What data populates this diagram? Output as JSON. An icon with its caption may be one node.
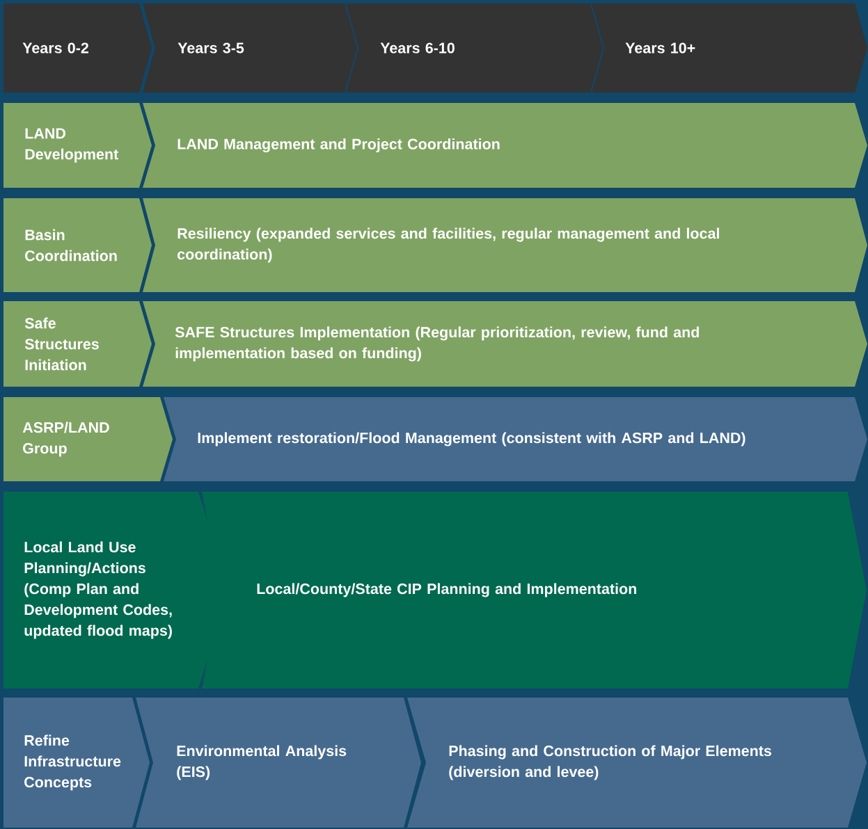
{
  "diagram": {
    "nodes": [
      {
        "text": [
          "Years 0-2"
        ]
      },
      {
        "text": [
          "Years 3-5"
        ]
      },
      {
        "text": [
          "Years 6-10"
        ]
      },
      {
        "text": [
          "Years 10+"
        ]
      },
      {
        "text": [
          "LAND Development"
        ]
      },
      {
        "text": [
          "LAND Management and Project Coordination"
        ]
      },
      {
        "text": [
          "Basin Coordination"
        ]
      },
      {
        "text": [
          "Resiliency (expanded services and facilities, regular management and local coordination)"
        ]
      },
      {
        "text": [
          "Safe Structures Initiation"
        ]
      },
      {
        "text": [
          "SAFE Structures Implementation (Regular prioritization, review, fund and implementation based on funding)"
        ]
      },
      {
        "text": [
          "ASRP/LAND Group"
        ]
      },
      {
        "text": [
          "Implement restoration/Flood Management (consistent with ASRP and LAND)"
        ]
      },
      {
        "text": [
          "Local Land Use Planning/Actions (Comp Plan and Development Codes, updated flood maps)"
        ]
      },
      {
        "text": [
          "Local/County/State CIP Planning and Implementation"
        ]
      },
      {
        "text": [
          "Refine Infrastructure Concepts"
        ]
      },
      {
        "text": [
          "Environmental Analysis (EIS)"
        ]
      },
      {
        "text": [
          "Phasing and Construction of Major Elements (diversion and levee)"
        ]
      }
    ]
  }
}
